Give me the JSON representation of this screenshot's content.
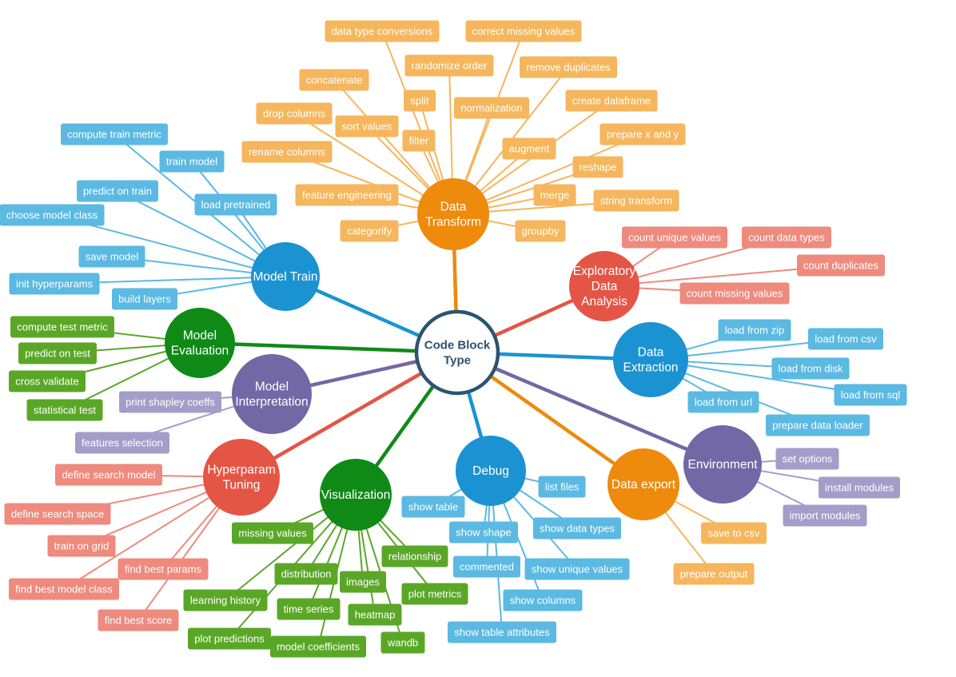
{
  "center": {
    "lines": [
      "Code Block",
      "Type"
    ],
    "border_color": "#2e5370"
  },
  "categories": [
    {
      "id": "data-transform",
      "label_lines": [
        "Data",
        "Transform"
      ],
      "color": "#ee8a0c",
      "leaf_color": "#f5b65d",
      "leaves": [
        "data type conversions",
        "correct missing values",
        "randomize order",
        "remove duplicates",
        "concatenate",
        "split",
        "normalization",
        "create dataframe",
        "drop columns",
        "sort values",
        "filter",
        "prepare x and y",
        "rename columns",
        "augment",
        "reshape",
        "feature engineering",
        "merge",
        "string transform",
        "categorify",
        "groupby"
      ]
    },
    {
      "id": "exploratory-data-analysis",
      "label_lines": [
        "Exploratory",
        "Data",
        "Analysis"
      ],
      "color": "#e45546",
      "leaf_color": "#ee8a7e",
      "leaves": [
        "count unique values",
        "count data types",
        "count duplicates",
        "count missing values"
      ]
    },
    {
      "id": "data-extraction",
      "label_lines": [
        "Data",
        "Extraction"
      ],
      "color": "#1b93d2",
      "leaf_color": "#5bb9e2",
      "leaves": [
        "load from zip",
        "load from csv",
        "load from disk",
        "load from sql",
        "load from url",
        "prepare data loader"
      ]
    },
    {
      "id": "environment",
      "label_lines": [
        "Environment"
      ],
      "color": "#7268a6",
      "leaf_color": "#a49dca",
      "leaves": [
        "set options",
        "install modules",
        "import modules"
      ]
    },
    {
      "id": "data-export",
      "label_lines": [
        "Data export"
      ],
      "color": "#ee8a0c",
      "leaf_color": "#f5b65d",
      "leaves": [
        "save to csv",
        "prepare output"
      ]
    },
    {
      "id": "debug",
      "label_lines": [
        "Debug"
      ],
      "color": "#1b93d2",
      "leaf_color": "#5bb9e2",
      "leaves": [
        "list files",
        "show table",
        "show data types",
        "show shape",
        "commented",
        "show unique values",
        "show columns",
        "show table attributes"
      ]
    },
    {
      "id": "visualization",
      "label_lines": [
        "Visualization"
      ],
      "color": "#0f8a17",
      "leaf_color": "#5aa728",
      "leaves": [
        "missing values",
        "relationship",
        "distribution",
        "images",
        "plot metrics",
        "learning history",
        "time series",
        "heatmap",
        "plot predictions",
        "model coefficients",
        "wandb"
      ]
    },
    {
      "id": "hyperparam-tuning",
      "label_lines": [
        "Hyperparam",
        "Tuning"
      ],
      "color": "#e45546",
      "leaf_color": "#ee8a7e",
      "leaves": [
        "define search model",
        "define search space",
        "train on grid",
        "find best params",
        "find best model class",
        "find best score"
      ]
    },
    {
      "id": "model-interpretation",
      "label_lines": [
        "Model",
        "Interpretation"
      ],
      "color": "#7268a6",
      "leaf_color": "#a49dca",
      "leaves": [
        "print shapley coeffs",
        "features selection"
      ]
    },
    {
      "id": "model-evaluation",
      "label_lines": [
        "Model",
        "Evaluation"
      ],
      "color": "#0f8a17",
      "leaf_color": "#5aa728",
      "leaves": [
        "compute test metric",
        "predict on test",
        "cross validate",
        "statistical test"
      ]
    },
    {
      "id": "model-train",
      "label_lines": [
        "Model Train"
      ],
      "color": "#1b93d2",
      "leaf_color": "#5bb9e2",
      "leaves": [
        "compute train metric",
        "train model",
        "predict on train",
        "choose model class",
        "load pretrained",
        "save model",
        "init hyperparams",
        "build layers"
      ]
    }
  ]
}
